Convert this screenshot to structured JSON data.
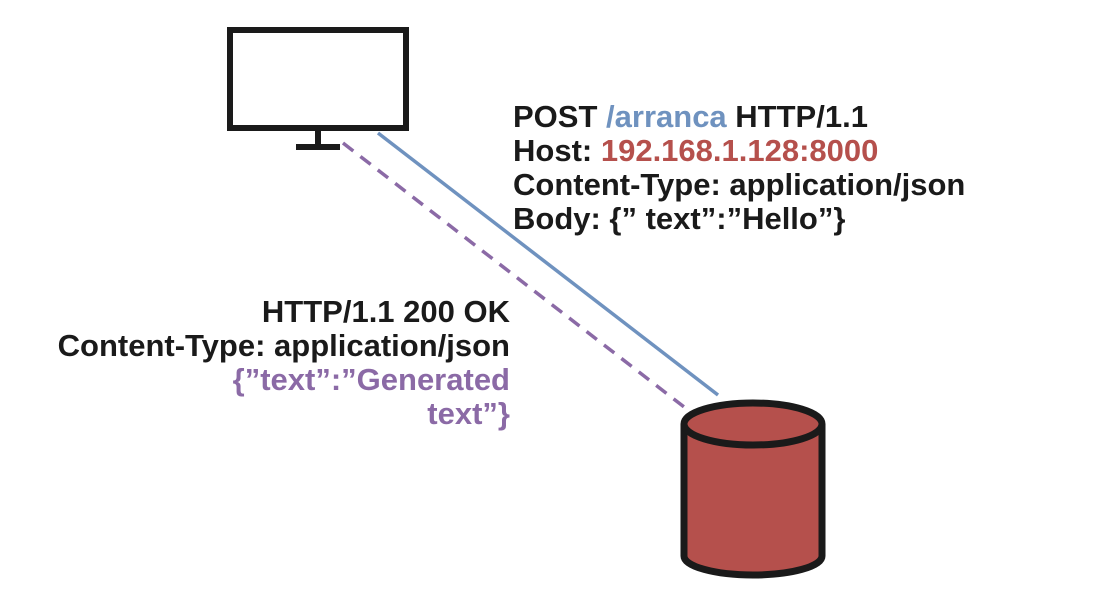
{
  "request": {
    "line1_method": "POST",
    "line1_path": "/arranca",
    "line1_version": "HTTP/1.1",
    "line2_label": "Host:",
    "line2_value": "192.168.1.128:8000",
    "line3": "Content-Type: application/json",
    "line4": "Body: {” text”:”Hello”}"
  },
  "response": {
    "line1": "HTTP/1.1 200 OK",
    "line2": "Content-Type: application/json",
    "body_line1": "{”text”:”Generated",
    "body_line2": "text”}"
  },
  "colors": {
    "path": "#6f92bf",
    "host": "#b5504c",
    "response_body": "#8b6aa6",
    "request_line": "#6f92bf",
    "response_line": "#8b6aa6",
    "server_fill": "#b5504c",
    "outline": "#1a1a1a"
  },
  "icons": {
    "client": "monitor-icon",
    "server": "database-cylinder-icon"
  }
}
